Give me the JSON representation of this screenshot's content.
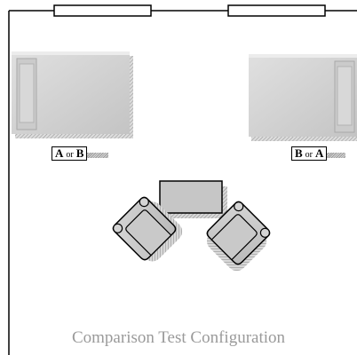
{
  "speaker_left_label": {
    "primary": "A",
    "or": "or",
    "secondary": "B"
  },
  "speaker_right_label": {
    "primary": "B",
    "or": "or",
    "secondary": "A"
  },
  "caption": "Comparison Test Configuration"
}
